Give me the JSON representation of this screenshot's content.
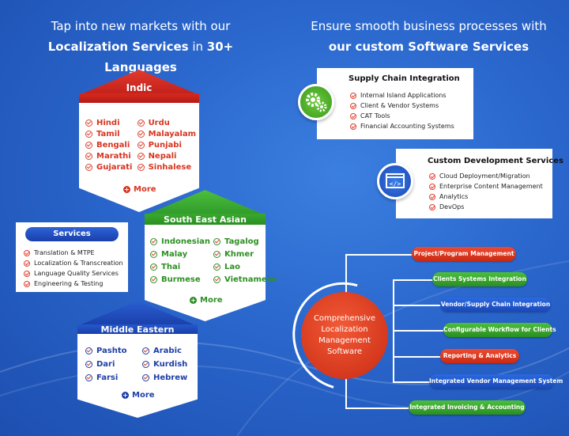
{
  "left_headline": {
    "line1": "Tap into new markets with our",
    "line2_bold": "Localization Services",
    "line2_rest": " in ",
    "line2_bold2": "30+ Languages"
  },
  "right_headline": {
    "line1": "Ensure smooth business processes with",
    "line2_bold": "our custom Software Services"
  },
  "indic": {
    "title": "Indic",
    "col1": [
      "Hindi",
      "Tamil",
      "Bengali",
      "Marathi",
      "Gujarati"
    ],
    "col2": [
      "Urdu",
      "Malayalam",
      "Punjabi",
      "Nepali",
      "Sinhalese"
    ],
    "more": "More"
  },
  "sea": {
    "title": "South East Asian",
    "col1": [
      "Indonesian",
      "Malay",
      "Thai",
      "Burmese"
    ],
    "col2": [
      "Tagalog",
      "Khmer",
      "Lao",
      "Vietnamese"
    ],
    "more": "More"
  },
  "middle_eastern": {
    "title": "Middle Eastern",
    "col1": [
      "Pashto",
      "Dari",
      "Farsi"
    ],
    "col2": [
      "Arabic",
      "Kurdish",
      "Hebrew"
    ],
    "more": "More"
  },
  "services": {
    "title": "Services",
    "items": [
      "Translation & MTPE",
      "Localization & Transcreation",
      "Language Quality Services",
      "Engineering & Testing"
    ]
  },
  "supply_chain": {
    "title": "Supply Chain Integration",
    "items": [
      "Internal Island Applications",
      "Client & Vendor Systems",
      "CAT Tools",
      "Financial Accounting Systems"
    ],
    "icon": "gears-icon"
  },
  "custom_dev": {
    "title": "Custom Development Services",
    "items": [
      "Cloud Deployment/Migration",
      "Enterprise Content Management",
      "Analytics",
      "DevOps"
    ],
    "icon": "code-window-icon"
  },
  "hub": {
    "label": "Comprehensive Localization Management Software"
  },
  "features": [
    "Project/Program Management",
    "Clients Systems Integration",
    "Vendor/Supply Chain Integration",
    "Configurable Workflow for Clients",
    "Reporting & Analytics",
    "Integrated Vendor Management System",
    "Integrated Invoicing & Accounting"
  ],
  "colors": {
    "red": "#d8341f",
    "green": "#2e8f23",
    "blue": "#1e3fa8",
    "background": "#2a66cc"
  }
}
